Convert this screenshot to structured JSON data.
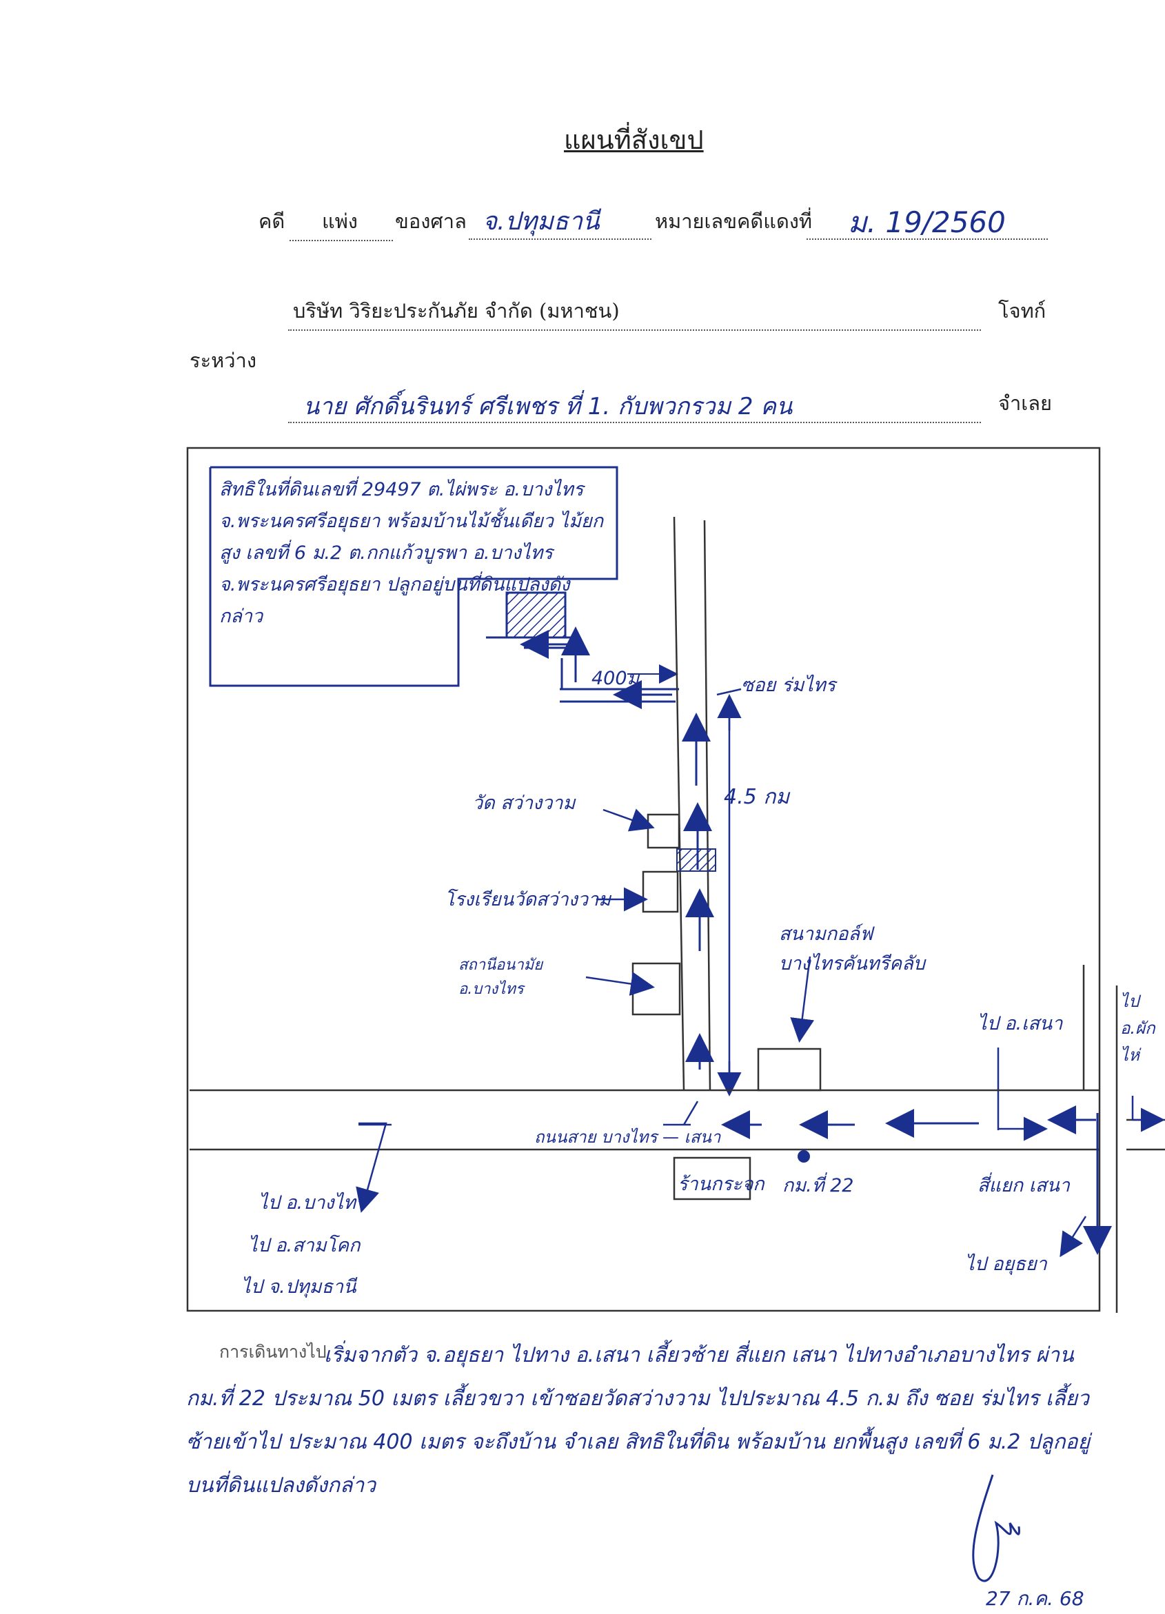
{
  "header": {
    "title": "แผนที่สังเขป",
    "case_label": "คดี",
    "case_type": "แพ่ง",
    "court_label": "ของศาล",
    "court_name": "จ.ปทุมธานี",
    "red_case_label": "หมายเลขคดีแดงที่",
    "red_case_number": "ม. 19/2560"
  },
  "parties": {
    "plaintiff_name": "บริษัท วิริยะประกันภัย จำกัด (มหาชน)",
    "plaintiff_label": "โจทก์",
    "between_label": "ระหว่าง",
    "defendant_name": "นาย ศักดิ์นรินทร์   ศรีเพชร   ที่ 1. กับพวกรวม 2 คน",
    "defendant_label": "จำเลย"
  },
  "map": {
    "property_note": "สิทธิในที่ดินเลขที่ 29497 ต.ไผ่พระ อ.บางไทร จ.พระนครศรีอยุธยา พร้อมบ้านไม้ชั้นเดียว ไม้ยกสูง เลขที่ 6 ม.2 ต.กกแก้วบูรพา อ.บางไทร จ.พระนครศรีอยุธยา ปลูกอยู่บนที่ดินแปลงดังกล่าว",
    "distance_400": "400ม",
    "soi_label": "ซอย ร่มไทร",
    "distance_45": "4.5 กม",
    "wat_label": "วัด สว่างวาม",
    "school_label": "โรงเรียนวัดสว่างวาม",
    "station_label": "สถานีอนามัย อ.บางไทร",
    "golf_label": "สนามกอล์ฟ บางไทรคันทรีคลับ",
    "to_sena_top": "ไป อ.เสนา",
    "to_right": "ไป อ.ผัก ไห่",
    "road_label": "ถนนสาย บางไทร — เสนา",
    "shop_label": "ร้านกระจก",
    "km_label": "กม.ที่ 22",
    "junction_label": "สี่แยก เสนา",
    "to_bangsai": "ไป อ.บางไทร",
    "to_samkhok": "ไป อ.สามโคก",
    "to_pathum": "ไป จ.ปทุมธานี",
    "to_ayutthaya": "ไป อยุธยา"
  },
  "directions": {
    "label": "การเดินทางไป",
    "text": "เริ่มจากตัว จ.อยุธยา ไปทาง อ.เสนา เลี้ยวซ้าย สี่แยก เสนา ไปทางอำเภอบางไทร ผ่าน กม.ที่ 22 ประมาณ 50 เมตร เลี้ยวขวา เข้าซอยวัดสว่างวาม ไปประมาณ 4.5 ก.ม ถึง ซอย ร่มไทร เลี้ยวซ้ายเข้าไป ประมาณ 400 เมตร จะถึงบ้าน จำเลย สิทธิในที่ดิน พร้อมบ้าน ยกพื้นสูง เลขที่ 6 ม.2 ปลูกอยู่บนที่ดินแปลงดังกล่าว"
  },
  "signature": {
    "date": "27 ก.ค. 68"
  }
}
